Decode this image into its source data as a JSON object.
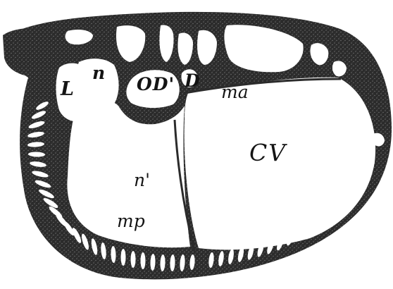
{
  "figure": {
    "labels": {
      "L": "L",
      "n": "n",
      "od": "OD'",
      "d": "D",
      "ma": "ma",
      "cv": "CV",
      "n_prime": "n'",
      "mp": "mp"
    },
    "colors": {
      "tissue": "#2b2b2b",
      "stipple": "#6a6a6a",
      "background": "#ffffff",
      "label": "#141414"
    }
  }
}
